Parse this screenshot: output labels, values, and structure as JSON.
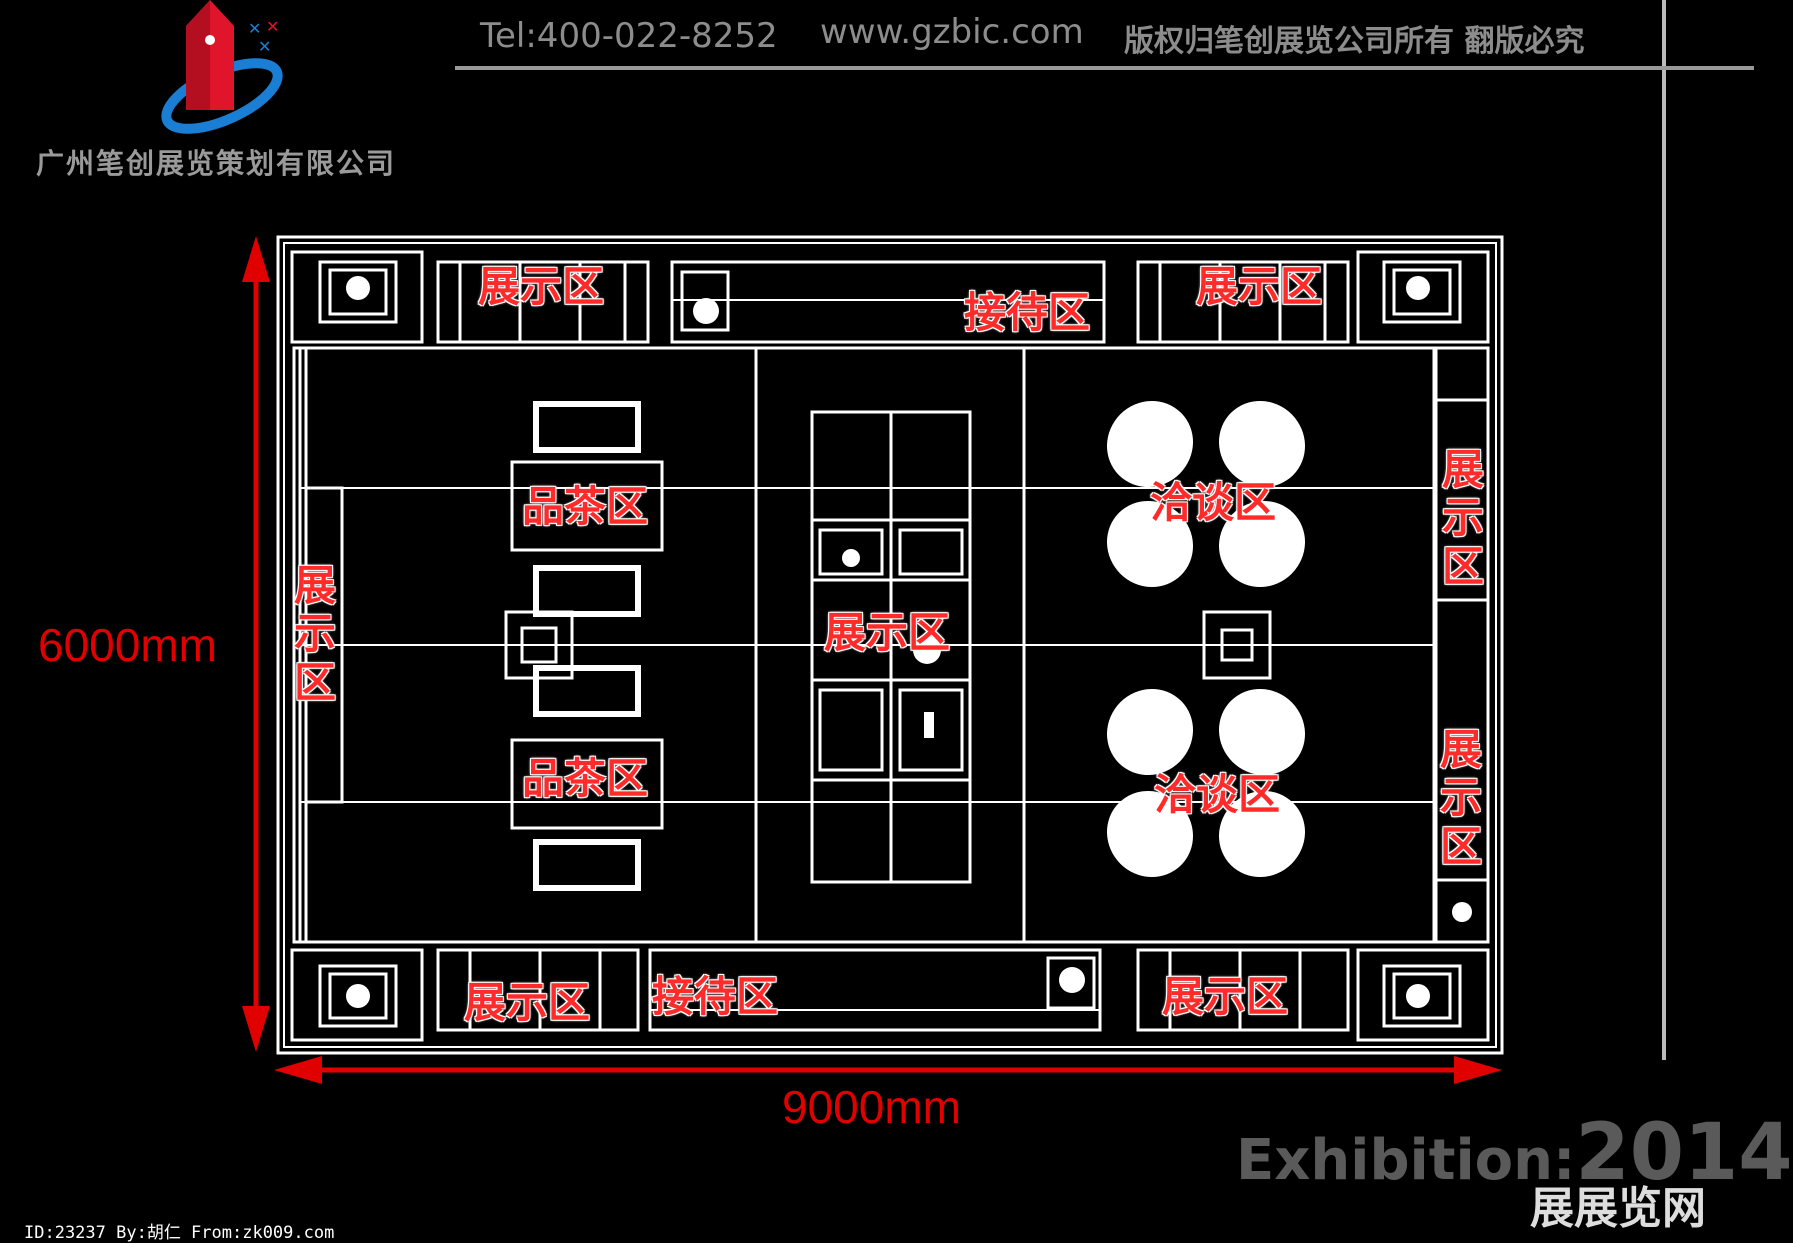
{
  "header": {
    "tel": "Tel:400-022-8252",
    "website": "www.gzbic.com",
    "copyright": "版权归笔创展览公司所有 翻版必究"
  },
  "logo": {
    "company_name": "广州笔创展览策划有限公司",
    "colors": {
      "red": "#e0142a",
      "blue": "#1a7fd4"
    }
  },
  "dimensions": {
    "height_label": "6000mm",
    "width_label": "9000mm",
    "arrow_color": "#e00000"
  },
  "zones": {
    "display": "展示区",
    "reception": "接待区",
    "tea": "品茶区",
    "negotiation": "洽谈区"
  },
  "footer": {
    "exhibition_label": "Exhibition:",
    "year": "2014",
    "meta": "ID:23237 By:胡仁 From:zk009.com",
    "watermark": "展展览网"
  }
}
